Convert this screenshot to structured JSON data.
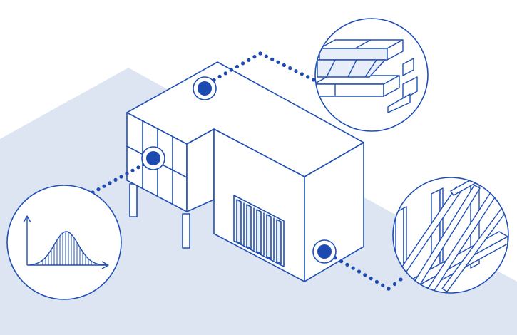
{
  "diagram": {
    "colors": {
      "line": "#1f4fb5",
      "accent": "#1d4ab0",
      "ground": "#dde5f3",
      "paper": "#ffffff",
      "tint": "#e8eef9"
    },
    "hotspots": [
      {
        "name": "roof-hotspot",
        "icon": "filled-circle"
      },
      {
        "name": "facade-hotspot",
        "icon": "filled-circle"
      },
      {
        "name": "wall-hotspot",
        "icon": "filled-circle"
      }
    ],
    "callouts": [
      {
        "name": "duct-detail-callout",
        "depicts": "rectangular-duct-icon"
      },
      {
        "name": "load-curve-callout",
        "depicts": "bell-curve-chart-icon"
      },
      {
        "name": "steel-frame-callout",
        "depicts": "steel-truss-icon"
      }
    ]
  }
}
